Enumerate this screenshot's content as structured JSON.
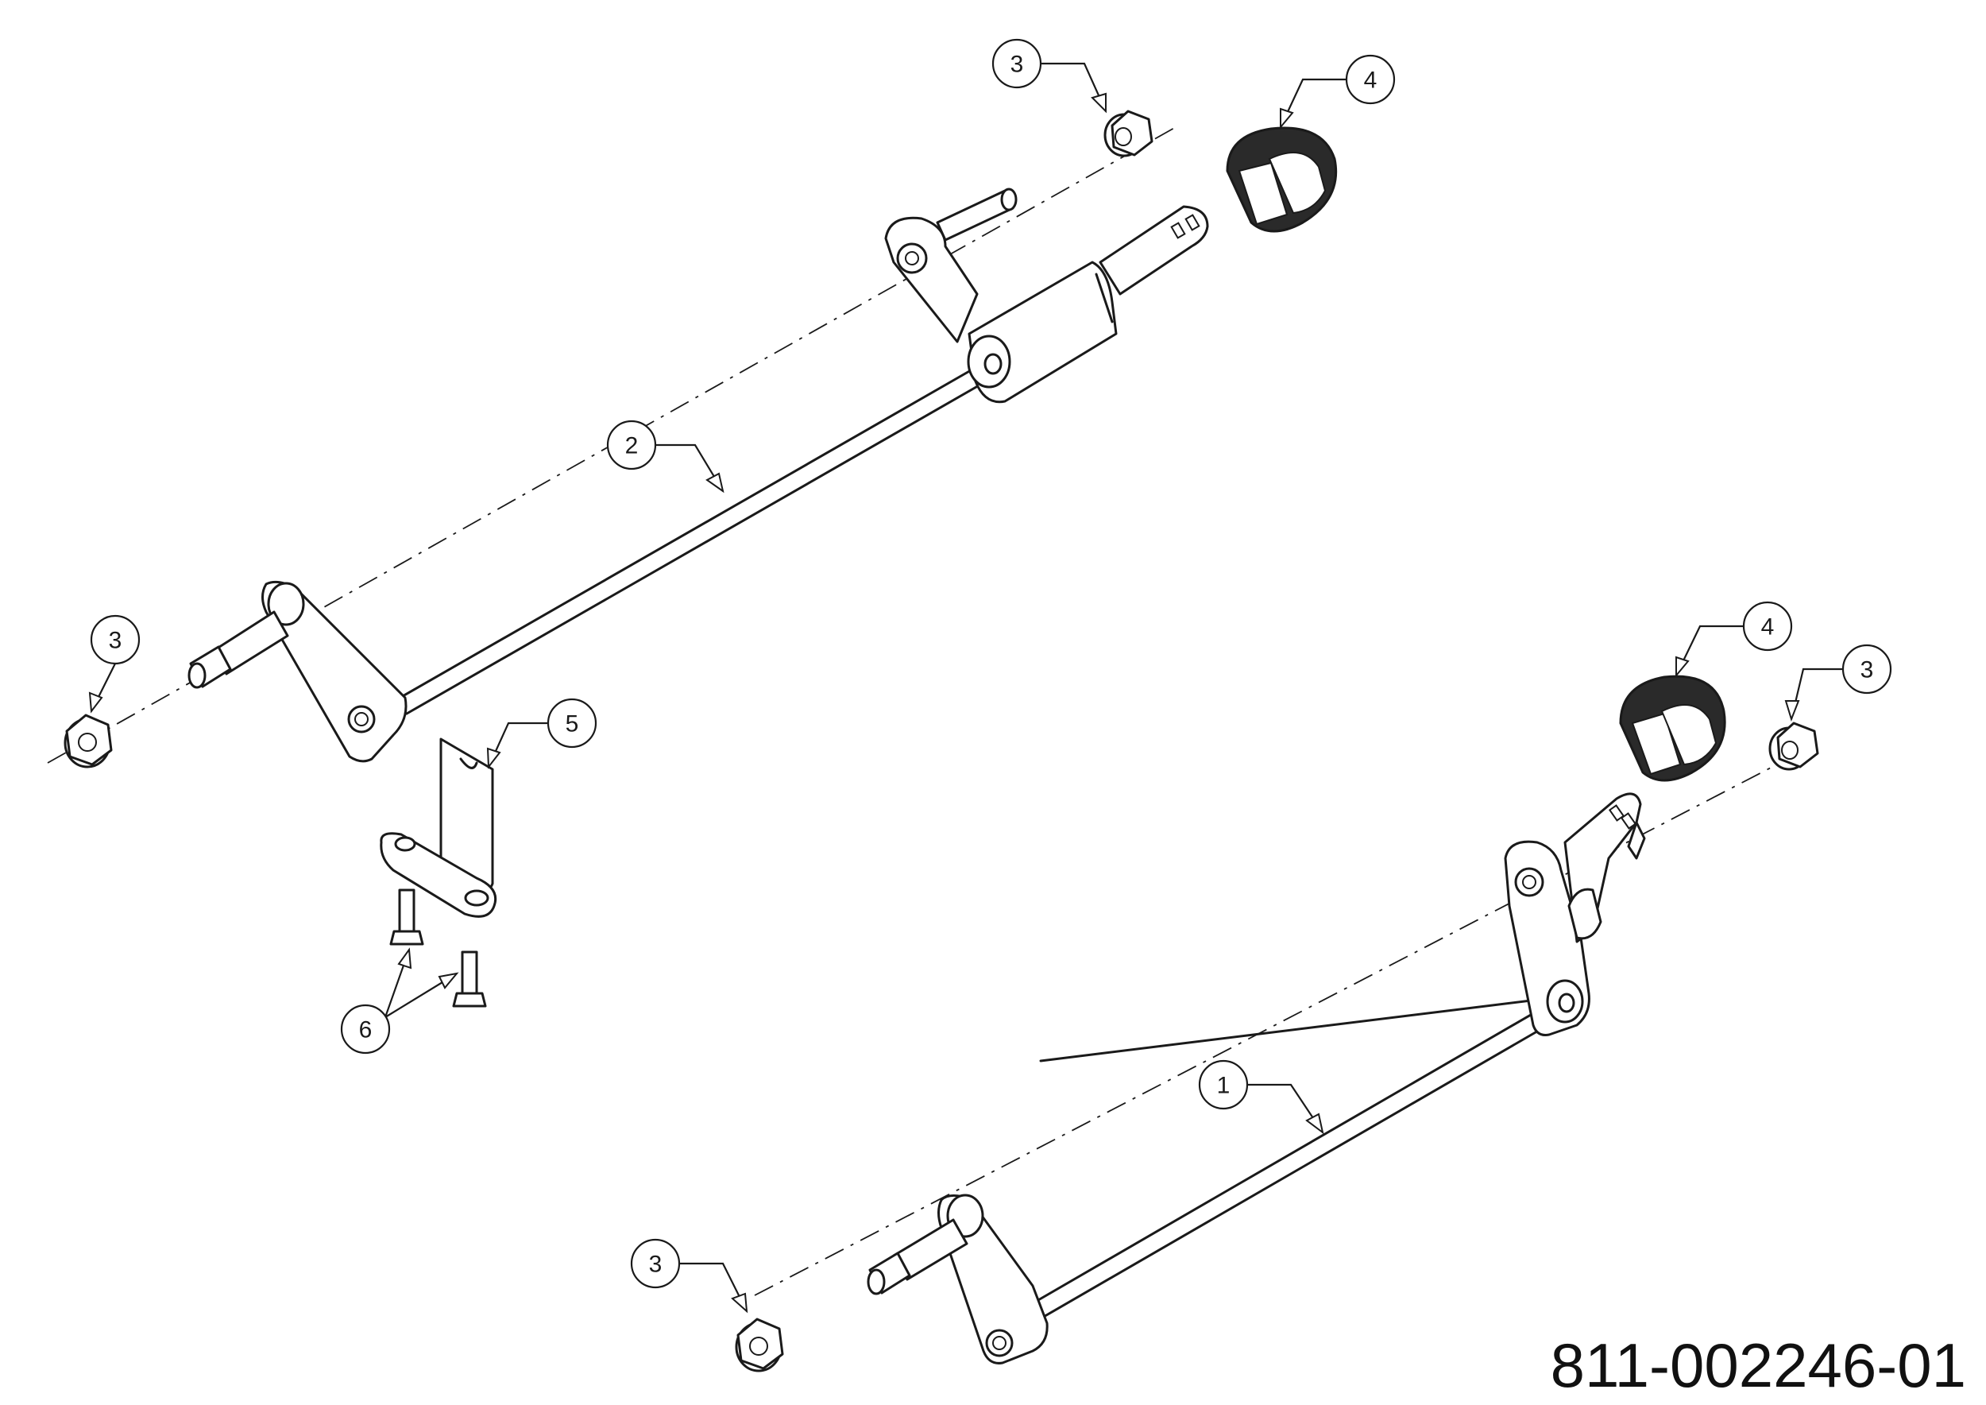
{
  "drawing_number": "811-002246-01",
  "callouts": [
    {
      "label": "1"
    },
    {
      "label": "2"
    },
    {
      "label": "3"
    },
    {
      "label": "3"
    },
    {
      "label": "3"
    },
    {
      "label": "3"
    },
    {
      "label": "4"
    },
    {
      "label": "4"
    },
    {
      "label": "5"
    },
    {
      "label": "6"
    }
  ]
}
